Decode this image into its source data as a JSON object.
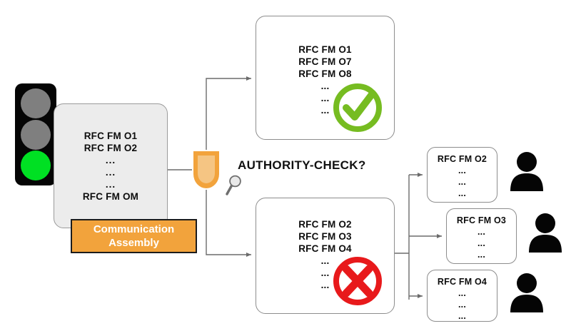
{
  "diagram": {
    "title": "AUTHORITY-CHECK?",
    "colors": {
      "orange": "#f2a33c",
      "shield_outer": "#f2a33c",
      "shield_inner": "#f5c583",
      "green_light": "#00e023",
      "gray_light": "#7f7f7f",
      "check_green": "#76bc21",
      "cross_red": "#e8191b",
      "panel_gray": "#ececec",
      "border_gray": "#8d8d8d",
      "text_black": "#0d0d0d"
    },
    "traffic_light": {
      "name": "traffic-light",
      "lamps": [
        {
          "state": "off",
          "color": "#7f7f7f"
        },
        {
          "state": "off",
          "color": "#7f7f7f"
        },
        {
          "state": "on",
          "color": "#00e023"
        }
      ]
    },
    "communication_panel": {
      "lines": [
        "RFC FM O1",
        "RFC FM O2",
        "...",
        "...",
        "...",
        "RFC FM OM"
      ],
      "badge": {
        "line1": "Communication",
        "line2": "Assembly"
      }
    },
    "shield": {
      "name": "shield-icon",
      "label": "AUTHORITY-CHECK?",
      "magnifier": "magnifier-icon"
    },
    "allowed_box": {
      "verdict": "check-circle-icon",
      "verdict_meaning": "allowed",
      "lines": [
        "RFC FM O1",
        "RFC FM O7",
        "RFC FM O8",
        "...",
        "...",
        "..."
      ]
    },
    "denied_box": {
      "verdict": "cross-circle-icon",
      "verdict_meaning": "denied",
      "lines": [
        "RFC FM O2",
        "RFC FM O3",
        "RFC FM O4",
        "...",
        "...",
        "..."
      ]
    },
    "user_boxes": [
      {
        "lines": [
          "RFC FM O2",
          "...",
          "...",
          "..."
        ],
        "person": "user-icon"
      },
      {
        "lines": [
          "RFC FM O3",
          "...",
          "...",
          "..."
        ],
        "person": "user-icon"
      },
      {
        "lines": [
          "RFC FM O4",
          "...",
          "...",
          "..."
        ],
        "person": "user-icon"
      }
    ]
  }
}
